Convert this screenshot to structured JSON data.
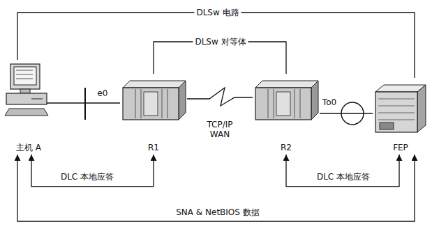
{
  "diagram": {
    "nodes": [
      {
        "text": [
          "主机 A"
        ]
      },
      {
        "text": [
          "R1"
        ]
      },
      {
        "text": [
          "R2"
        ]
      },
      {
        "text": [
          "FEP"
        ]
      }
    ],
    "edges": [
      {
        "from": 0,
        "to": 3,
        "arrow": "none",
        "label": "DLSw 电路"
      },
      {
        "from": 1,
        "to": 2,
        "arrow": "none",
        "label": "DLSw 对等体"
      },
      {
        "from": 0,
        "to": 1,
        "arrow": "none",
        "label": "e0"
      },
      {
        "from": 1,
        "to": 2,
        "arrow": "none",
        "label": "TCP/IP WAN"
      },
      {
        "from": 2,
        "to": 3,
        "arrow": "none",
        "label": "To0"
      },
      {
        "from": 0,
        "to": 1,
        "arrow": "both",
        "label": "DLC 本地应答"
      },
      {
        "from": 2,
        "to": 3,
        "arrow": "both",
        "label": "DLC 本地应答"
      },
      {
        "from": 0,
        "to": 3,
        "arrow": "both",
        "label": "SNA & NetBIOS 数据"
      }
    ]
  }
}
